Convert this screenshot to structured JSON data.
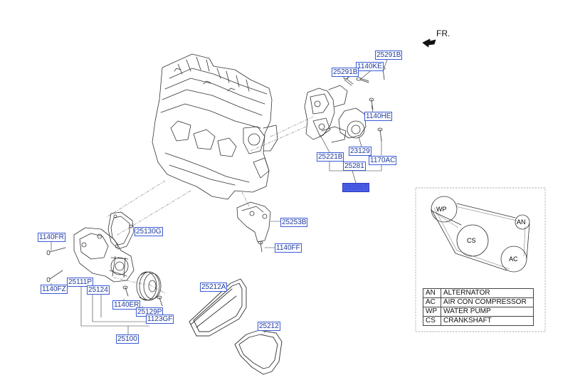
{
  "orientation_label": "FR.",
  "parts": {
    "p25291B_top": "25291B",
    "p1140KE": "1140KE",
    "p25291B": "25291B",
    "p1140HE": "1140HE",
    "p25221B": "25221B",
    "p23129": "23129",
    "p1170AC": "1170AC",
    "p25281": "25281",
    "p25280T": "25280T",
    "p25253B": "25253B",
    "p1140FF": "1140FF",
    "p25130G": "25130G",
    "p1140FR": "1140FR",
    "p25111P": "25111P",
    "p1140FZ": "1140FZ",
    "p25124": "25124",
    "p1140ER": "1140ER",
    "p25129P": "25129P",
    "p1123GF": "1123GF",
    "p25100": "25100",
    "p25212A": "25212A",
    "p25212": "25212"
  },
  "pulleys": {
    "wp": "WP",
    "an": "AN",
    "cs": "CS",
    "ac": "AC"
  },
  "legend": [
    {
      "abbr": "AN",
      "name": "ALTERNATOR"
    },
    {
      "abbr": "AC",
      "name": "AIR CON COMPRESSOR"
    },
    {
      "abbr": "WP",
      "name": "WATER PUMP"
    },
    {
      "abbr": "CS",
      "name": "CRANKSHAFT"
    }
  ]
}
